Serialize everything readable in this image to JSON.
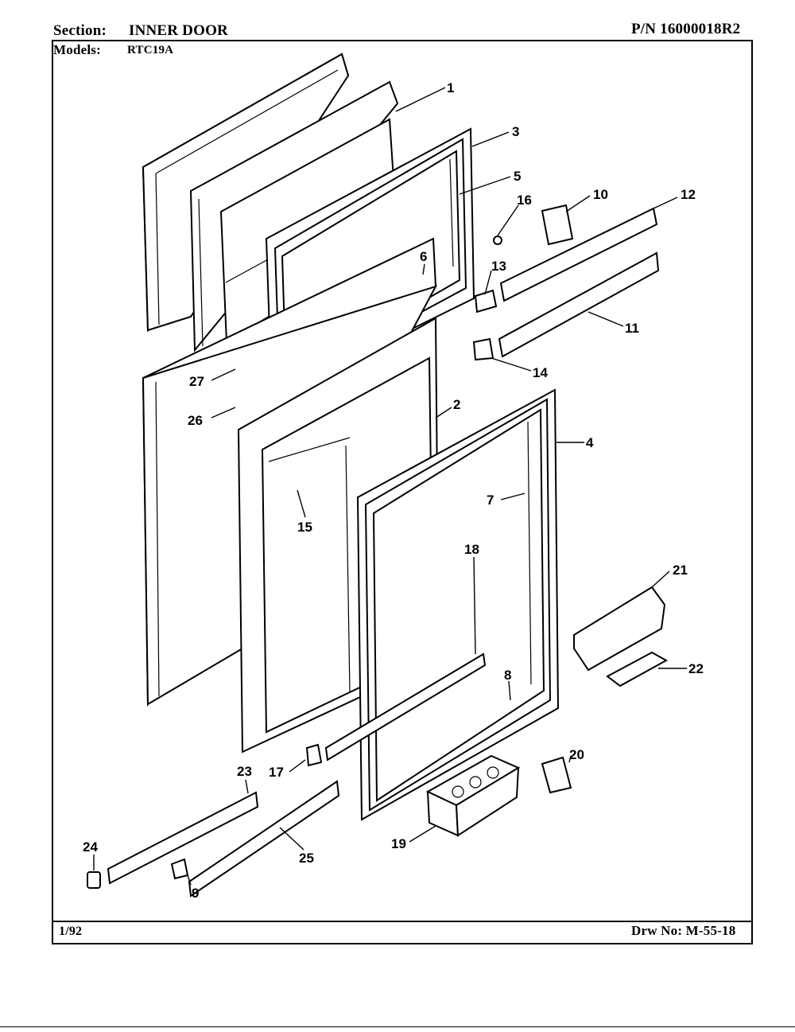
{
  "header": {
    "section_label": "Section:",
    "section_value": "INNER DOOR",
    "pn": "P/N 16000018R2",
    "models_label": "Models:",
    "models_value": "RTC19A"
  },
  "footer": {
    "date": "1/92",
    "drawing_no": "Drw No: M-55-18"
  },
  "callouts": [
    "1",
    "2",
    "3",
    "4",
    "5",
    "6",
    "7",
    "8",
    "9",
    "10",
    "11",
    "12",
    "13",
    "14",
    "15",
    "16",
    "17",
    "18",
    "19",
    "20",
    "21",
    "22",
    "23",
    "24",
    "25",
    "26",
    "27"
  ]
}
